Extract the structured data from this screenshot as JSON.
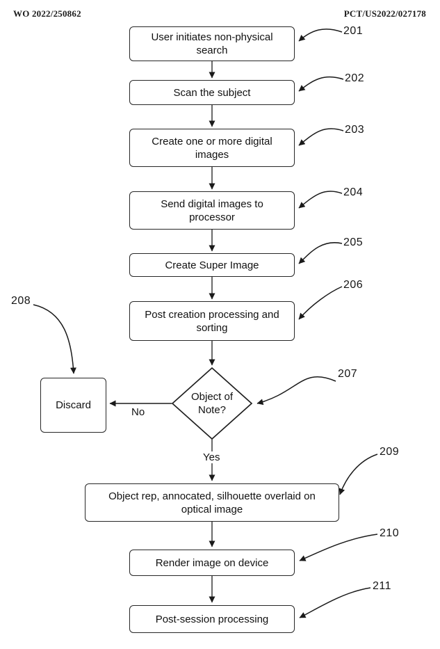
{
  "header": {
    "left": "WO 2022/250862",
    "right": "PCT/US2022/027178"
  },
  "nodes": {
    "n201": {
      "ref": "201",
      "text": "User initiates non-physical\nsearch"
    },
    "n202": {
      "ref": "202",
      "text": "Scan the subject"
    },
    "n203": {
      "ref": "203",
      "text": "Create one or more digital\nimages"
    },
    "n204": {
      "ref": "204",
      "text": "Send digital images to\nprocessor"
    },
    "n205": {
      "ref": "205",
      "text": "Create Super Image"
    },
    "n206": {
      "ref": "206",
      "text": "Post creation processing and\nsorting"
    },
    "n207": {
      "ref": "207",
      "text": "Object of\nNote?"
    },
    "n208": {
      "ref": "208",
      "text": "Discard"
    },
    "n209": {
      "ref": "209",
      "text": "Object rep, annocated, silhouette overlaid on\noptical image"
    },
    "n210": {
      "ref": "210",
      "text": "Render image on device"
    },
    "n211": {
      "ref": "211",
      "text": "Post-session processing"
    }
  },
  "branches": {
    "no": "No",
    "yes": "Yes"
  },
  "colors": {
    "ink": "#1a1a1a",
    "background": "#ffffff"
  }
}
